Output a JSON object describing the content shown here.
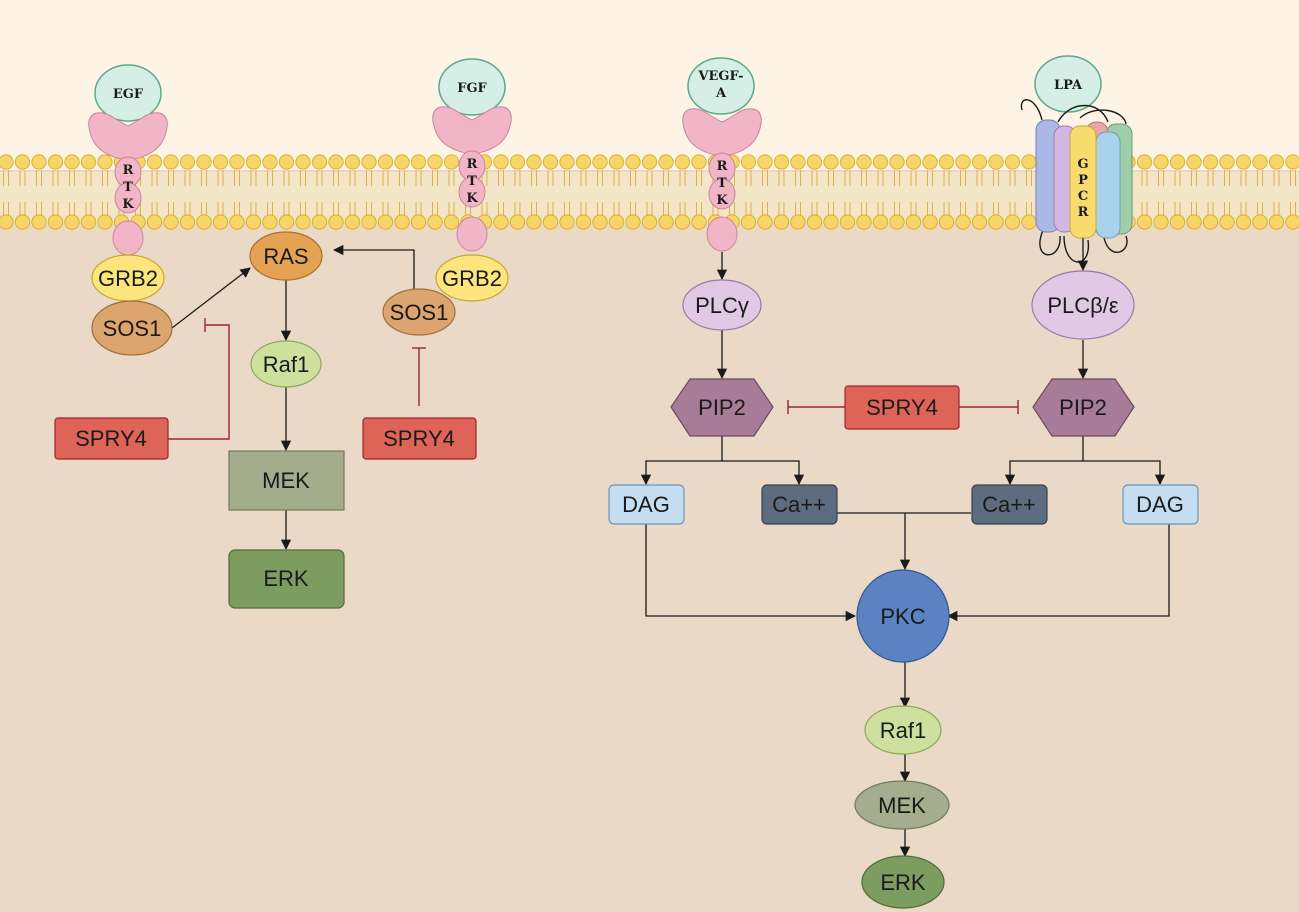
{
  "ligands": {
    "egf": "EGF",
    "fgf": "FGF",
    "vegf_line1": "VEGF-",
    "vegf_line2": "A",
    "lpa": "LPA"
  },
  "receptors": {
    "rtk_letters": [
      "R",
      "T",
      "K"
    ],
    "gpcr_letters": [
      "G",
      "P",
      "C",
      "R"
    ]
  },
  "egf_path": {
    "grb2": "GRB2",
    "sos1": "SOS1",
    "spry4": "SPRY4"
  },
  "ras_path": {
    "ras": "RAS",
    "raf1": "Raf1",
    "mek": "MEK",
    "erk": "ERK"
  },
  "fgf_path": {
    "grb2": "GRB2",
    "sos1": "SOS1",
    "spry4": "SPRY4"
  },
  "vegf_path": {
    "plc": "PLCγ",
    "pip2": "PIP2",
    "dag": "DAG",
    "ca": "Ca++"
  },
  "center_inhibitor": {
    "spry4": "SPRY4"
  },
  "lpa_path": {
    "plc": "PLCβ/ε",
    "pip2": "PIP2",
    "ca": "Ca++",
    "dag": "DAG"
  },
  "pkc_path": {
    "pkc": "PKC",
    "raf1": "Raf1",
    "mek": "MEK",
    "erk": "ERK"
  },
  "colors": {
    "extracellular": "#fdf4e6",
    "cytoplasm": "#ebd9c8",
    "lipid_head": "#f8d568",
    "lipid_head_stroke": "#d5a826",
    "receptor_pink": "#f2b5c8",
    "receptor_pink_stroke": "#c7869b",
    "ligand": "#d6efe6",
    "ligand_stroke": "#5da88c",
    "grb2": "#fbe57c",
    "sos1": "#dca46f",
    "ras": "#e4a352",
    "raf1": "#cde09e",
    "mek_box": "#a3ad8c",
    "mek_oval": "#a5ad8f",
    "erk": "#7d9c60",
    "spry4": "#df6458",
    "inhibit": "#9b2530",
    "plc": "#e1c9e6",
    "pip2": "#a67c99",
    "dag": "#c5ddf1",
    "ca": "#5e6c80",
    "pkc": "#5b82c3"
  }
}
